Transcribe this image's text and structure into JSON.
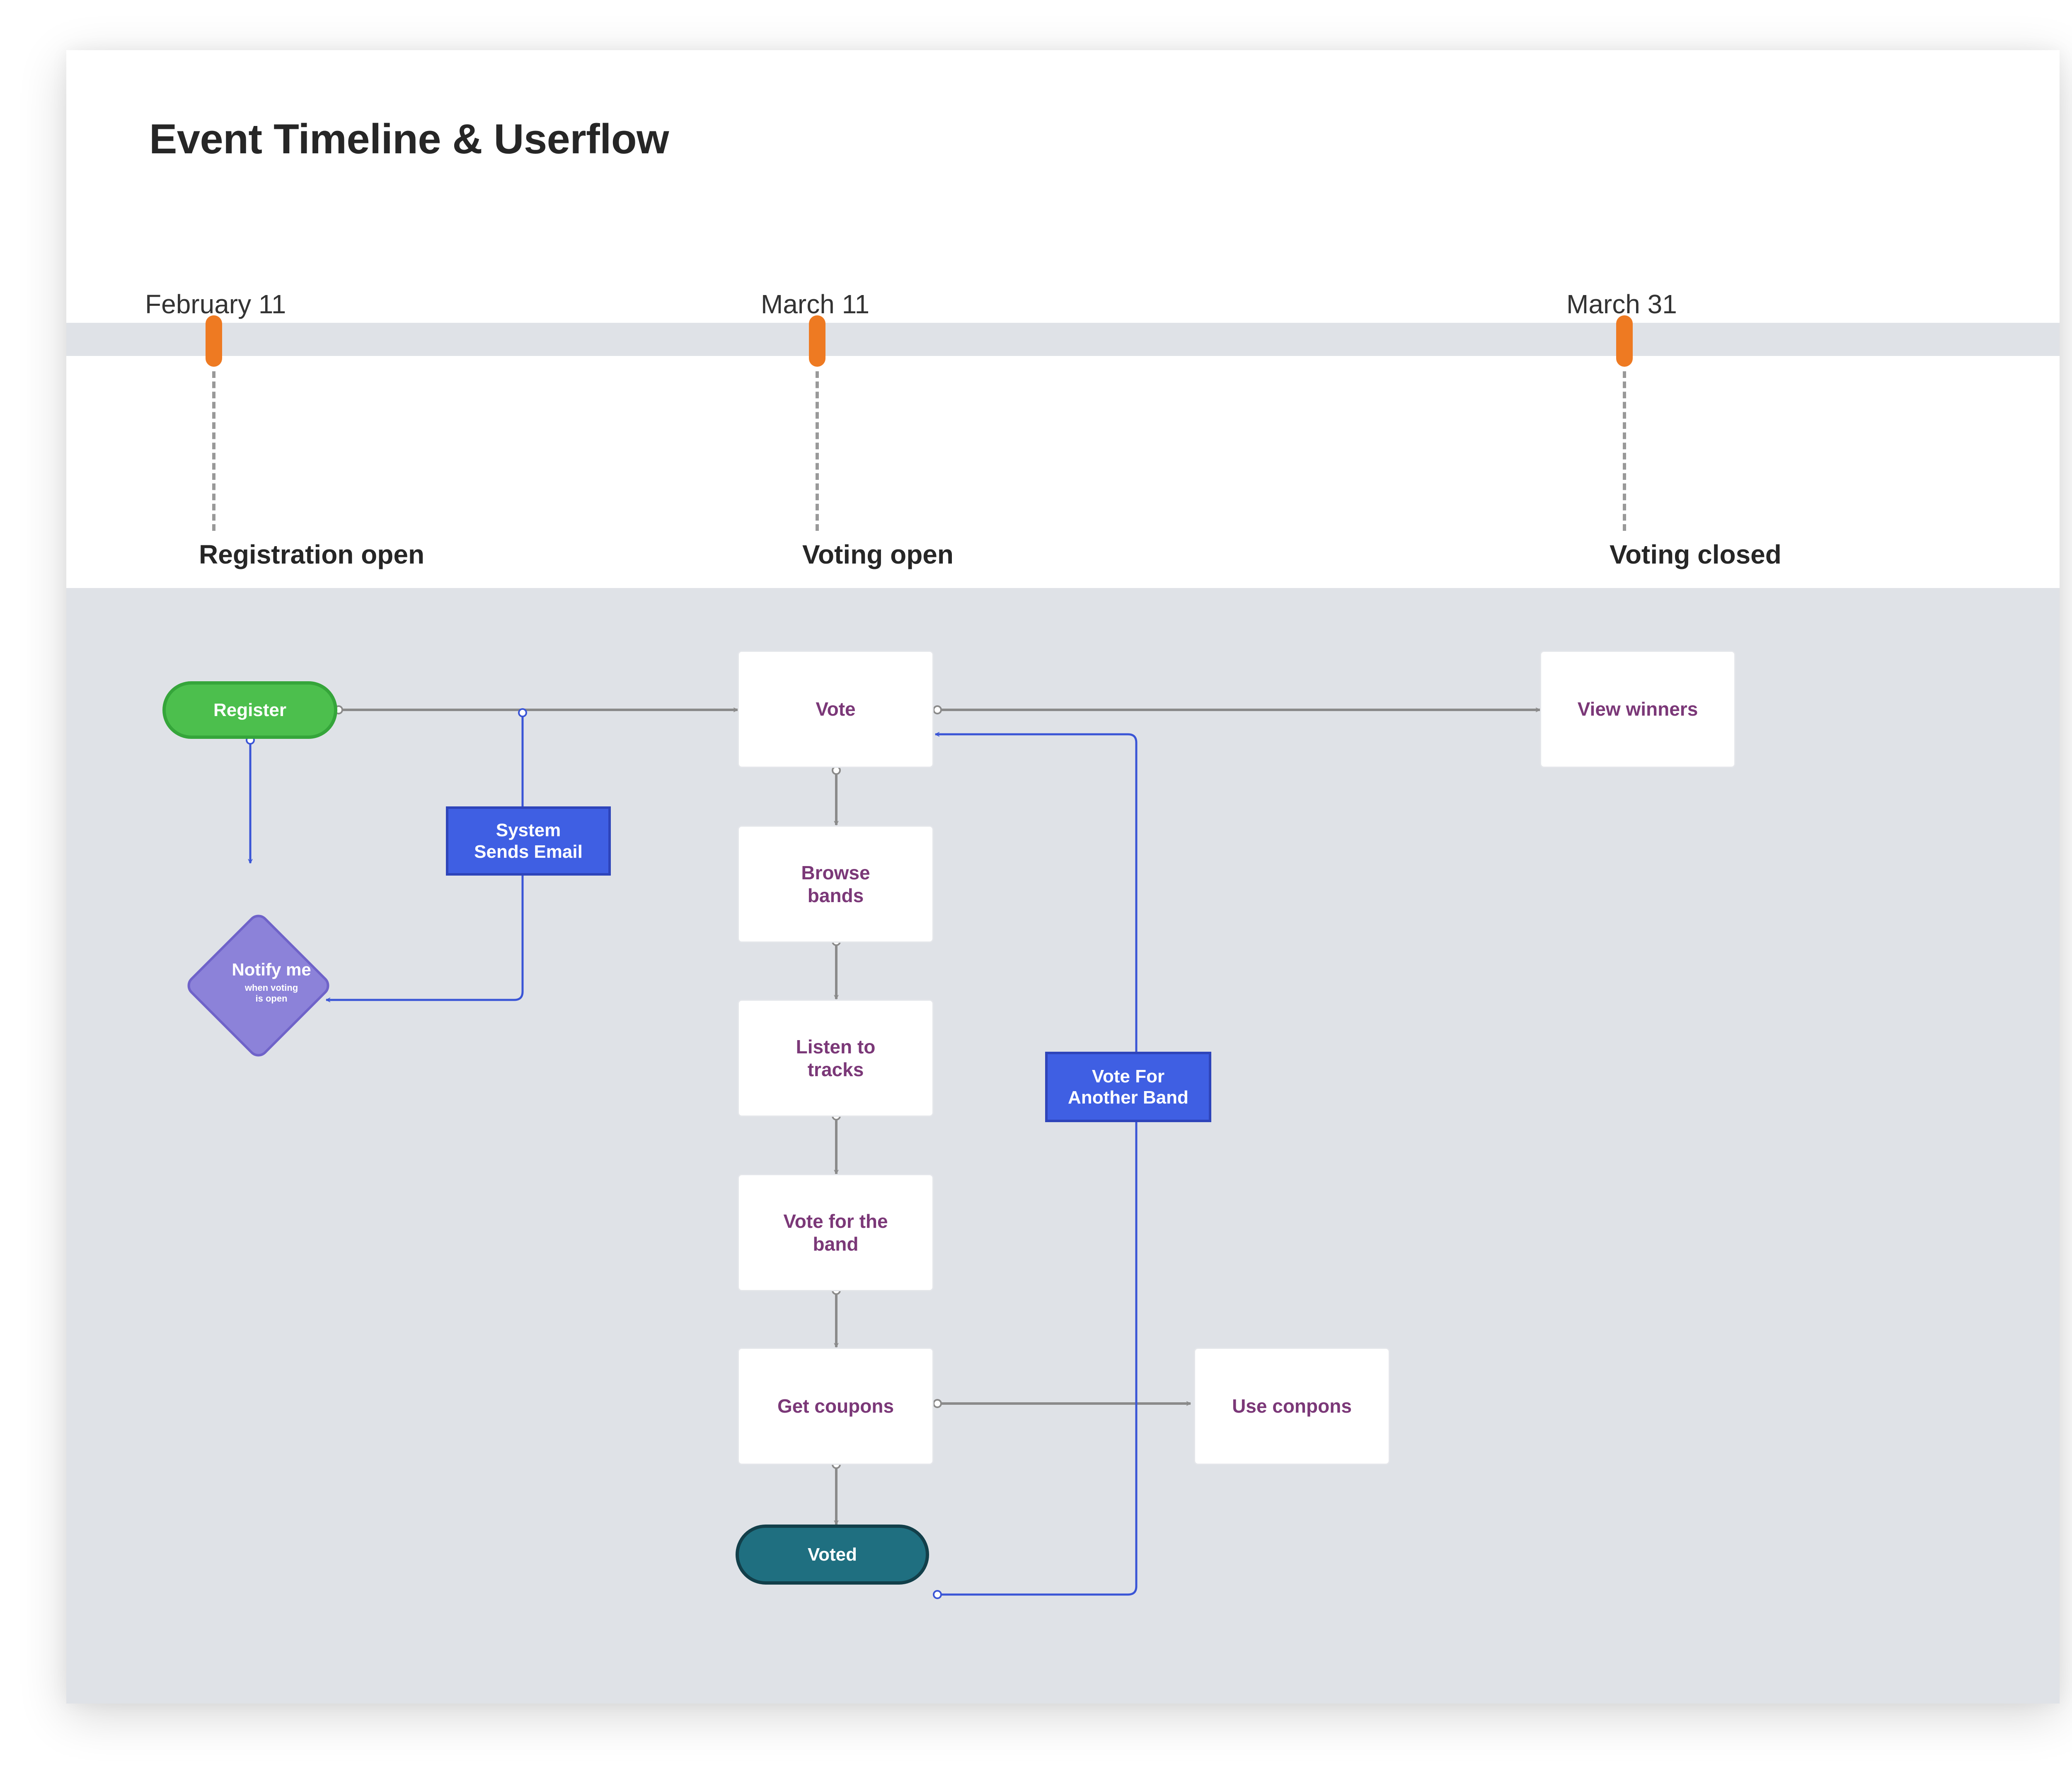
{
  "title": "Event Timeline & Userflow",
  "timeline": [
    {
      "date": "February 11",
      "label": "Registration open"
    },
    {
      "date": "March 11",
      "label": "Voting open"
    },
    {
      "date": "March 31",
      "label": "Voting closed"
    }
  ],
  "flow": {
    "register": "Register",
    "notify_title": "Notify me",
    "notify_sub": "when voting is open",
    "system_email": "System Sends Email",
    "vote": "Vote",
    "browse_bands": "Browse bands",
    "listen_tracks": "Listen to tracks",
    "vote_band": "Vote for the band",
    "get_coupons": "Get coupons",
    "voted": "Voted",
    "vote_another": "Vote For Another Band",
    "view_winners": "View winners",
    "use_coupons": "Use conpons"
  },
  "colors": {
    "marker": "#ee7a22",
    "start_node": "#4cbf4d",
    "end_node": "#1f6f80",
    "note": "#3f5fe3",
    "diamond": "#8c82d9",
    "node_text": "#7b3878",
    "flow_background": "#dfe2e7"
  },
  "icons": {
    "connector_start": "hollow-circle",
    "connector_end": "open-arrowhead"
  }
}
